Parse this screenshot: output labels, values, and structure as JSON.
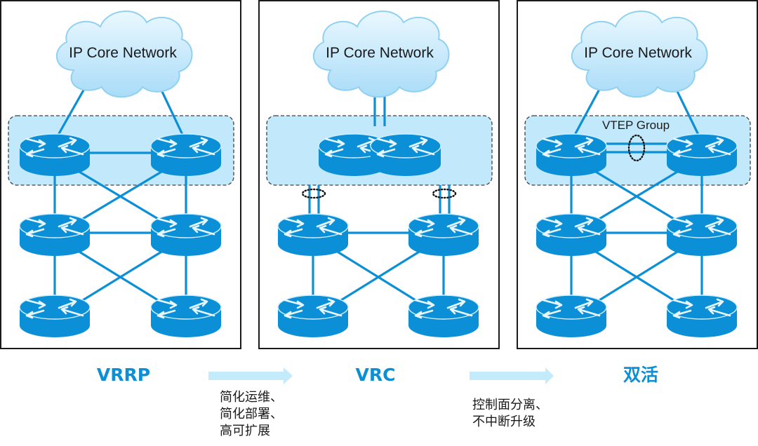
{
  "colors": {
    "accent": "#0b8fd6",
    "group_fill": "#c2e8fb",
    "arrow_fill": "#c4ebfc",
    "cloud_light": "#eaf8ff",
    "cloud_dark": "#a9dcf8"
  },
  "panels": [
    {
      "id": "vrrp",
      "stage_label": "VRRP",
      "cloud_label": "IP Core Network",
      "group_label": "",
      "core_mode": "pair",
      "core_link": "single",
      "uplink": "split",
      "downlink_bundles": false
    },
    {
      "id": "vrc",
      "stage_label": "VRC",
      "cloud_label": "IP Core Network",
      "group_label": "",
      "core_mode": "merged",
      "core_link": "none",
      "uplink": "double",
      "downlink_bundles": true
    },
    {
      "id": "active-active",
      "stage_label": "双活",
      "cloud_label": "IP Core Network",
      "group_label": "VTEP Group",
      "core_mode": "pair",
      "core_link": "double-bundled",
      "uplink": "split",
      "downlink_bundles": false
    }
  ],
  "transitions": [
    {
      "from": "VRRP",
      "to": "VRC",
      "benefits": [
        "简化运维、",
        "简化部署、",
        "高可扩展"
      ]
    },
    {
      "from": "VRC",
      "to": "双活",
      "benefits": [
        "控制面分离、",
        "不中断升级"
      ]
    }
  ],
  "icons": {
    "router": "router-icon",
    "cloud": "cloud-icon",
    "arrow": "arrow-right-icon"
  }
}
